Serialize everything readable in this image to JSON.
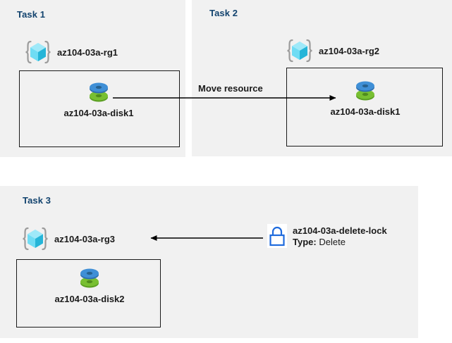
{
  "diagram": {
    "title": "Azure resource group tasks diagram",
    "colors": {
      "panel_background": "#f1f1f1",
      "page_background": "#ffffff",
      "task_title": "#12436e",
      "text": "#1a1a1a",
      "box_border": "#1a1a1a",
      "lock_blue": "#1f6bdd",
      "cube_light": "#8fe3f7",
      "cube_mid": "#3fc6e8",
      "cube_dark": "#1aa5cc",
      "bracket_gray": "#9b9b9b",
      "disk_blue": "#3a86d4",
      "disk_green": "#6cb22a"
    }
  },
  "panels": [
    {
      "id": "task1",
      "title": "Task 1",
      "resource_group": {
        "icon": "resource-group-icon",
        "label": "az104-03a-rg1"
      },
      "resource": {
        "icon": "disk-icon",
        "label": "az104-03a-disk1"
      }
    },
    {
      "id": "task2",
      "title": "Task 2",
      "resource_group": {
        "icon": "resource-group-icon",
        "label": "az104-03a-rg2"
      },
      "resource": {
        "icon": "disk-icon",
        "label": "az104-03a-disk1"
      }
    },
    {
      "id": "task3",
      "title": "Task 3",
      "resource_group": {
        "icon": "resource-group-icon",
        "label": "az104-03a-rg3"
      },
      "resource": {
        "icon": "disk-icon",
        "label": "az104-03a-disk2"
      },
      "lock": {
        "icon": "lock-icon",
        "name": "az104-03a-delete-lock",
        "type_key": "Type:",
        "type_value": "Delete"
      }
    }
  ],
  "arrows": [
    {
      "id": "move-resource",
      "label": "Move resource",
      "direction": "right",
      "from": "task1-disk1",
      "to": "task2-disk1"
    },
    {
      "id": "lock-applies-to",
      "label": "",
      "direction": "left",
      "from": "az104-03a-delete-lock",
      "to": "az104-03a-rg3"
    }
  ]
}
